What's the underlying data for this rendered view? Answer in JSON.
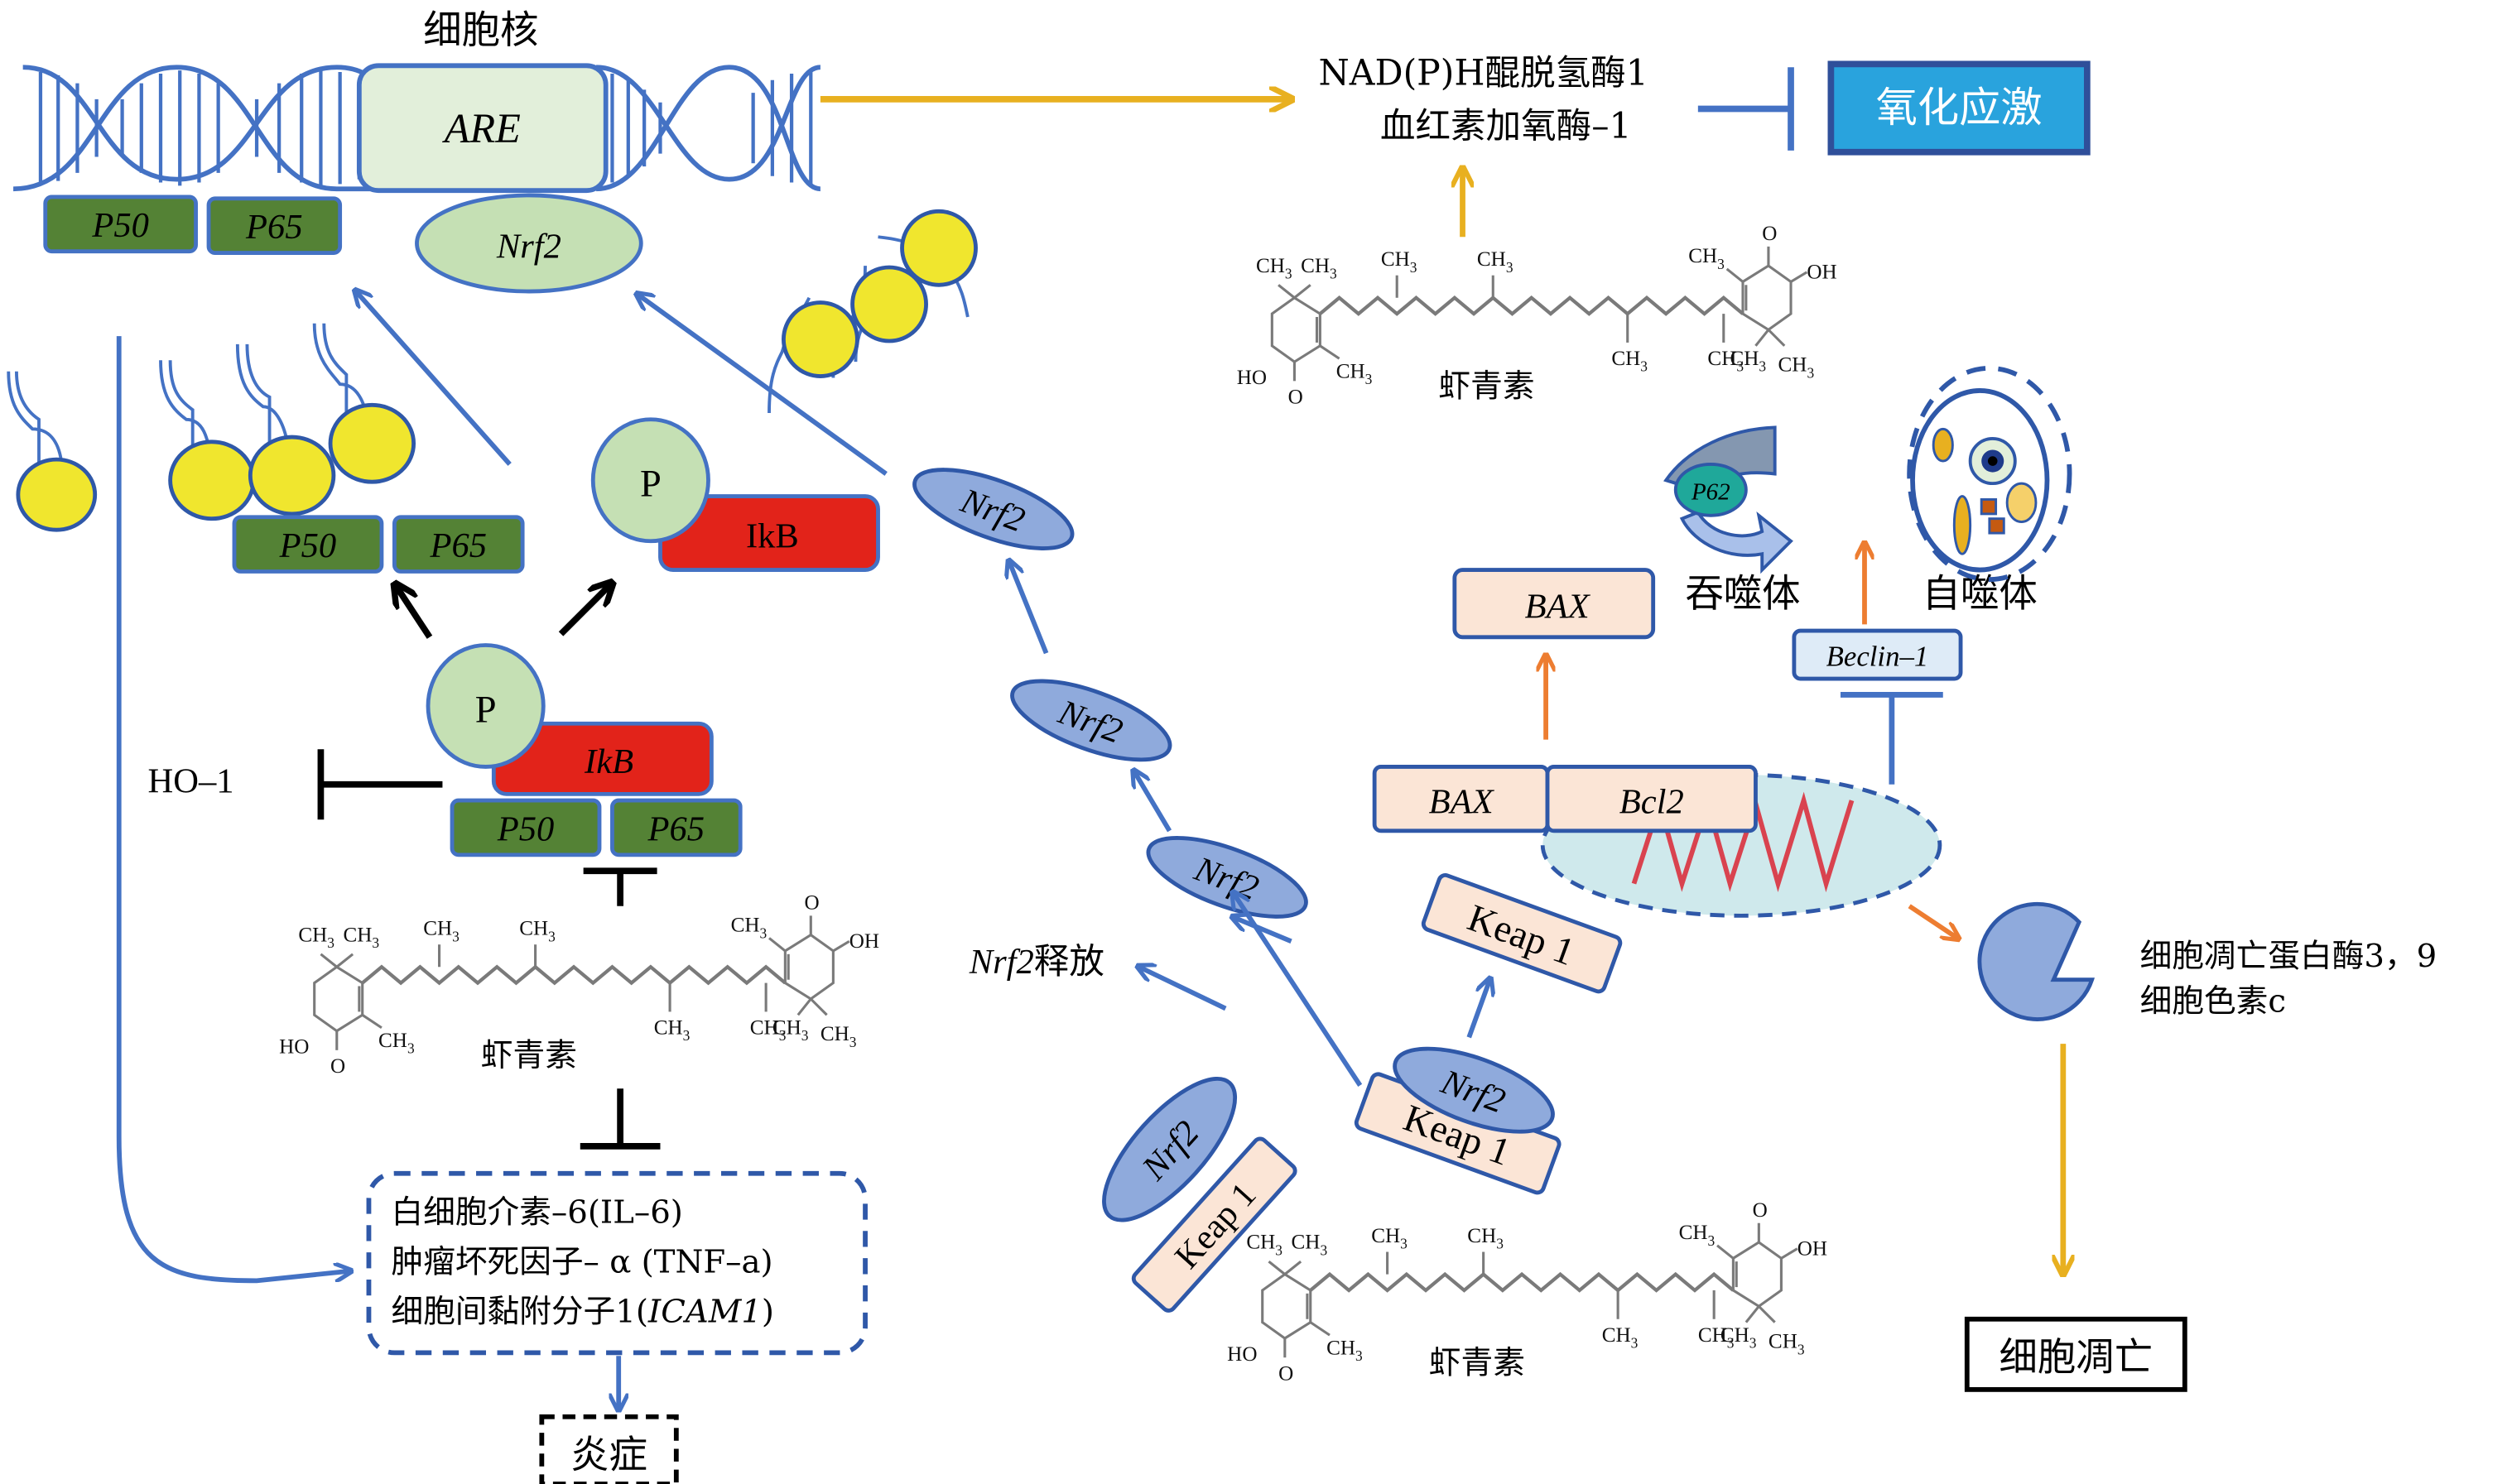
{
  "title": "虾青素作用机制示意图",
  "colors": {
    "dna_blue": "#4472c4",
    "green_box": "#548235",
    "light_green": "#c5e0b4",
    "are_fill": "#e2efda",
    "red_box": "#e2231a",
    "yellow_head": "#f0e62e",
    "nrf2_fill": "#8faadc",
    "keap_fill": "#fbe5d6",
    "gold_arrow": "#e8b020",
    "orange_arrow": "#ed7d31",
    "oxidative_box": "#29a3dd",
    "oxidative_border": "#2f4f9a",
    "mito_fill": "#cfe9ec",
    "mito_wave": "#d9434f",
    "p62_fill": "#1fa89a",
    "beclin_fill": "#deebf7"
  },
  "nucleus": {
    "label": "细胞核",
    "are_label": "ARE",
    "p50_label": "P50",
    "p65_label": "P65",
    "nrf2_label": "Nrf2"
  },
  "nfkb_pathway": {
    "free_p50": "P50",
    "free_p65": "P65",
    "p_label": "P",
    "ikb_label": "IkB",
    "complex_p_label": "P",
    "complex_ikb_label": "IkB",
    "complex_p50": "P50",
    "complex_p65": "P65",
    "ho1_label": "HO–1"
  },
  "astaxanthin": {
    "name": "虾青素",
    "groups": {
      "ch3": "CH",
      "sub3": "3",
      "oh": "OH",
      "ho": "HO",
      "o": "O"
    }
  },
  "inflammation": {
    "lines": [
      "白细胞介素–6(IL–6)",
      "肿瘤坏死因子– α (TNF–a)",
      "细胞间黏附分子1("
    ],
    "icam_italic": "ICAM1",
    "icam_close": ")",
    "outcome": "炎症"
  },
  "nrf2_pathway": {
    "nrf2_labels": [
      "Nrf2",
      "Nrf2",
      "Nrf2",
      "Nrf2"
    ],
    "release_label_italic": "Nrf2",
    "release_label_rest": "释放",
    "complex_nrf2": "Nrf2",
    "complex_keap": "Keap 1",
    "complex2_nrf2": "Nrf2",
    "complex2_keap": "Keap 1",
    "free_keap": "Keap 1"
  },
  "antioxidant": {
    "enzyme_line1": "NAD(P)H醌脱氢酶1",
    "enzyme_line2": "血红素加氧酶–1",
    "oxidative_stress": "氧化应激"
  },
  "apoptosis": {
    "bax_top": "BAX",
    "bax": "BAX",
    "bcl2": "Bcl2",
    "beclin": "Beclin–1",
    "p62": "P62",
    "phagosome": "吞噬体",
    "autophagosome": "自噬体",
    "caspase_line1": "细胞凋亡蛋白酶3，9",
    "caspase_line2": "细胞色素c",
    "outcome": "细胞凋亡"
  }
}
